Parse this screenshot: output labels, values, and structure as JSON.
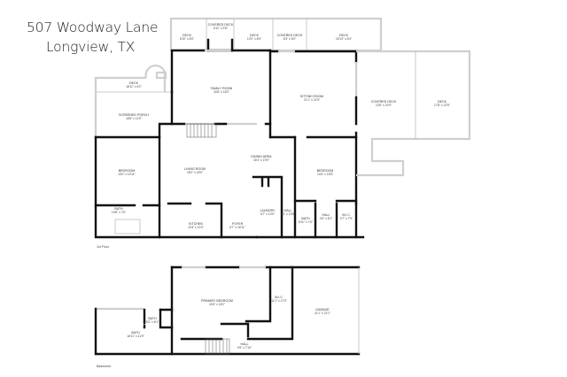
{
  "header": {
    "address_line1": "507 Woodway Lane",
    "address_line2": "Longview, TX"
  },
  "floors": {
    "main": {
      "label": "1st Floor",
      "rooms": [
        {
          "name": "DECK",
          "dims": "8'10\" x 8'0\""
        },
        {
          "name": "COVERED DECK",
          "dims": "6'11\" x 3'8\""
        },
        {
          "name": "DECK",
          "dims": "10'0\" x 8'0\""
        },
        {
          "name": "COVERED DECK",
          "dims": "8'3\" x 8'0\""
        },
        {
          "name": "DECK",
          "dims": "18'10\" x 8'4\""
        },
        {
          "name": "DECK",
          "dims": "18'11\" x 6'2\""
        },
        {
          "name": "SCREENED PORCH",
          "dims": "18'8\" x 11'9\""
        },
        {
          "name": "FAMILY ROOM",
          "dims": "24'8\" x 18'2\""
        },
        {
          "name": "SITTING ROOM",
          "dims": "21'1\" x 21'9\""
        },
        {
          "name": "COVERED DECK",
          "dims": "13'5\" x 22'9\""
        },
        {
          "name": "DECK",
          "dims": "17'8\" x 22'9\""
        },
        {
          "name": "BEDROOM",
          "dims": "15'0\" x 15'11\""
        },
        {
          "name": "LIVING ROOM",
          "dims": "18'2\" x 18'0\""
        },
        {
          "name": "DINING AREA",
          "dims": "16'4\" x 19'0\""
        },
        {
          "name": "BEDROOM",
          "dims": "14'6\" x 15'8\""
        },
        {
          "name": "BATH",
          "dims": "10'8\" x 7'6\""
        },
        {
          "name": "KITCHEN",
          "dims": "11'8\" x 10'0\""
        },
        {
          "name": "FOYER",
          "dims": "6'7\" x 16'11\""
        },
        {
          "name": "LAUNDRY",
          "dims": "6'7\" x 13'0\""
        },
        {
          "name": "HALL",
          "dims": "3'1\" x 13'6\""
        },
        {
          "name": "BATH",
          "dims": "8'11\" x 7'6\""
        },
        {
          "name": "HALL",
          "dims": "4'5\" x 8'1\""
        },
        {
          "name": "W.I.C.",
          "dims": "4'7\" x 7'9\""
        }
      ]
    },
    "basement": {
      "label": "Basement",
      "rooms": [
        {
          "name": "PRIMARY BEDROOM",
          "dims": "24'6\" x 18'2\""
        },
        {
          "name": "W.I.C.",
          "dims": "11'1\" x 17'0\""
        },
        {
          "name": "GARAGE",
          "dims": "21'1\" x 21'1\""
        },
        {
          "name": "BATH",
          "dims": "5'0\" x 8'1\""
        },
        {
          "name": "BATH",
          "dims": "18'11\" x 11'9\""
        },
        {
          "name": "HALL",
          "dims": "9'9\" x 7'10\""
        }
      ]
    }
  },
  "colors": {
    "wall": "#111111",
    "exterior_deck": "#cfcfcf",
    "background": "#ffffff"
  }
}
